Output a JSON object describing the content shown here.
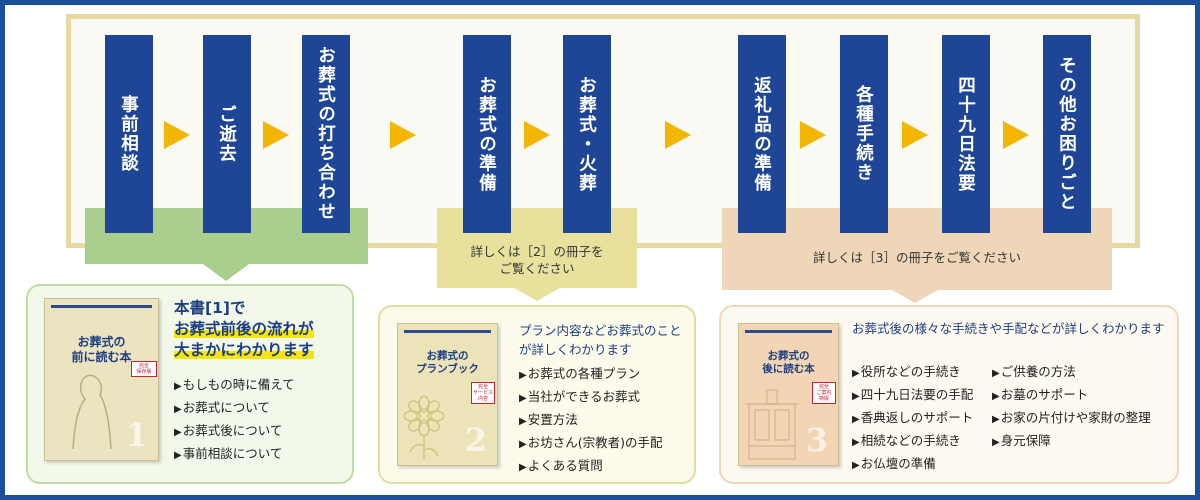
{
  "steps": [
    "事前相談",
    "ご逝去",
    "お葬式の打ち合わせ",
    "お葬式の準備",
    "お葬式・火葬",
    "返礼品の準備",
    "各種手続き",
    "四十九日法要",
    "その他お困りごと"
  ],
  "bands": {
    "yellow_text": "詳しくは［2］の冊子を\nご覧ください",
    "peach_text": "詳しくは［3］の冊子をご覧ください"
  },
  "cards": [
    {
      "title_line1": "本書[1]で",
      "title_line2": "お葬式前後の流れが",
      "title_line3": "大まかにわかります",
      "items": [
        "もしもの時に備えて",
        "お葬式について",
        "お葬式後について",
        "事前相談について"
      ],
      "book": {
        "title": "お葬式の\n前に読む本",
        "badge": "完全\n保存版",
        "number": "1"
      }
    },
    {
      "title": "プラン内容などお葬式のことが詳しくわかります",
      "items": [
        "お葬式の各種プラン",
        "当社ができるお葬式",
        "安置方法",
        "お坊さん(宗教者)の手配",
        "よくある質問"
      ],
      "book": {
        "title": "お葬式の\nプランブック",
        "badge": "完全\nサービス\n内容",
        "number": "2"
      }
    },
    {
      "title": "お葬式後の様々な手続きや手配などが詳しくわかります",
      "items_left": [
        "役所などの手続き",
        "四十九日法要の手配",
        "香典返しのサポート",
        "相続などの手続き",
        "お仏壇の準備"
      ],
      "items_right": [
        "ご供養の方法",
        "お墓のサポート",
        "お家の片付けや家財の整理",
        "身元保障"
      ],
      "book": {
        "title": "お葬式の\n後に読む本",
        "badge": "完全\nご案内\n特版",
        "number": "3"
      }
    }
  ],
  "colors": {
    "step_blue": "#1f4596",
    "arrow_yellow": "#f2b600",
    "frame_blue": "#1b4f9c",
    "panel_border": "#e6d9a2",
    "band_green": "#a9ce8d",
    "band_yellow": "#e8e19d",
    "band_peach": "#efd6b8",
    "highlight": "#f7e600"
  }
}
